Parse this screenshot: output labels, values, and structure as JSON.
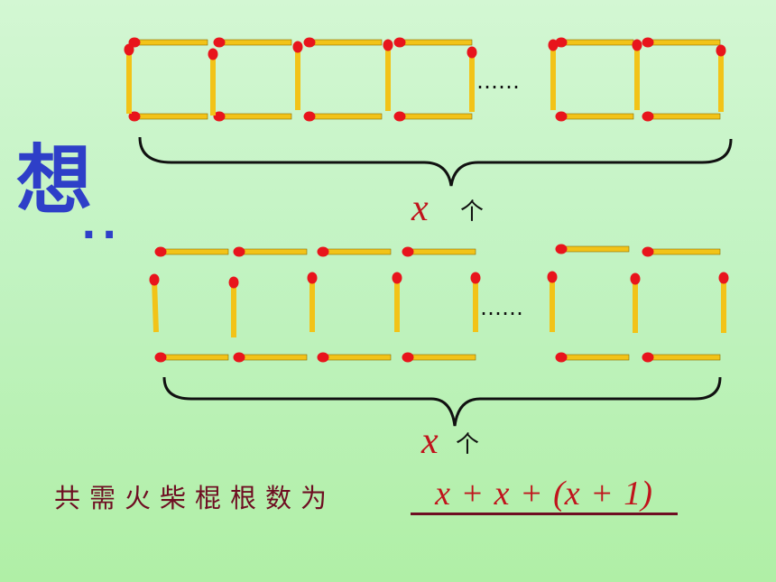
{
  "heading": {
    "char": "想",
    "colon": ".."
  },
  "top_figure": {
    "ellipsis": "……",
    "count_var": "x",
    "count_unit": "个"
  },
  "bottom_figure": {
    "ellipsis": "……",
    "count_var": "x",
    "count_unit": "个"
  },
  "formula": {
    "label": "共需火柴棍根数为",
    "answer": "x + x + (x + 1)"
  },
  "colors": {
    "match_stick": "#f2c318",
    "match_head": "#e8141c",
    "heading": "#2e3fc8",
    "variable": "#c0141c",
    "formula_text": "#6e0e22"
  }
}
